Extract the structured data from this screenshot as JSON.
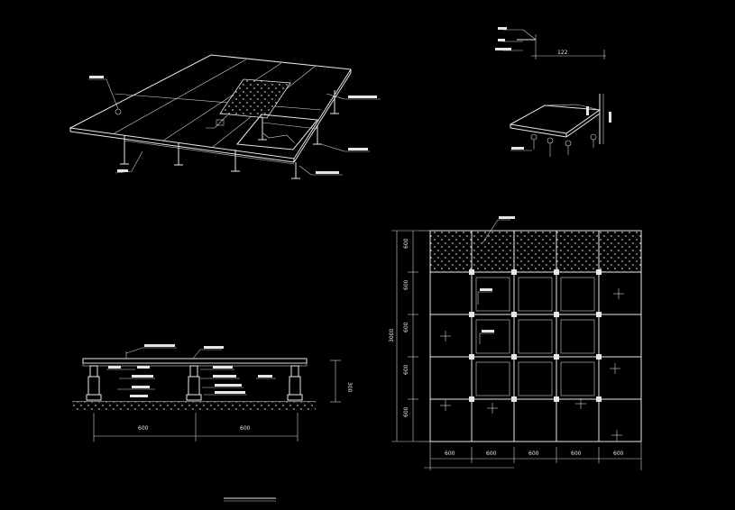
{
  "colors": {
    "background": "#000000",
    "lines": "#e8e8e8",
    "hatch": "#8a8a8a"
  },
  "section": {
    "dim_left": "600",
    "dim_right": "600",
    "dim_height": "300"
  },
  "plan": {
    "col_dims": [
      "600",
      "600",
      "600",
      "600",
      "600"
    ],
    "row_dims": [
      "600",
      "600",
      "600",
      "600",
      "600"
    ],
    "total_height": "3000"
  },
  "detail": {
    "dim_text": "122"
  }
}
